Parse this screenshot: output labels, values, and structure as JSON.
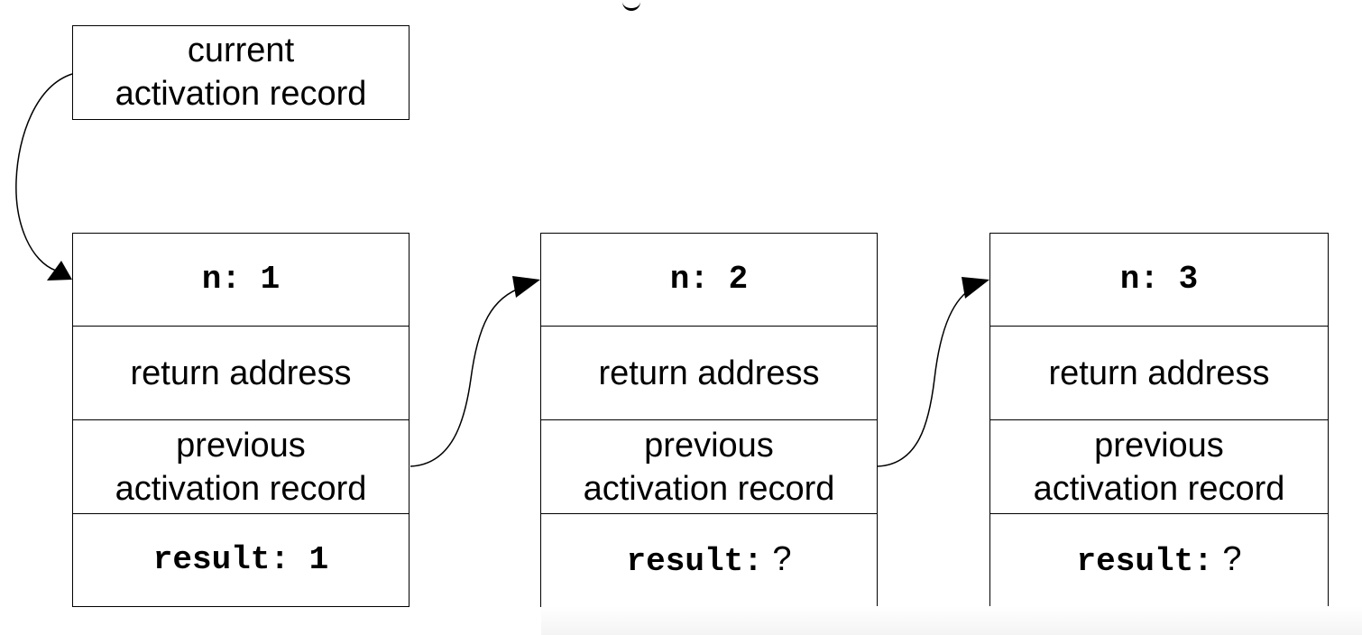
{
  "current": {
    "line1": "current",
    "line2": "activation record"
  },
  "records": [
    {
      "n_label": "n:",
      "n_value": "1",
      "return_label": "return address",
      "prev_line1": "previous",
      "prev_line2": "activation record",
      "result_label": "result:",
      "result_value": "1"
    },
    {
      "n_label": "n:",
      "n_value": "2",
      "return_label": "return address",
      "prev_line1": "previous",
      "prev_line2": "activation record",
      "result_label": "result:",
      "result_value": "?"
    },
    {
      "n_label": "n:",
      "n_value": "3",
      "return_label": "return address",
      "prev_line1": "previous",
      "prev_line2": "activation record",
      "result_label": "result:",
      "result_value": "?"
    }
  ]
}
